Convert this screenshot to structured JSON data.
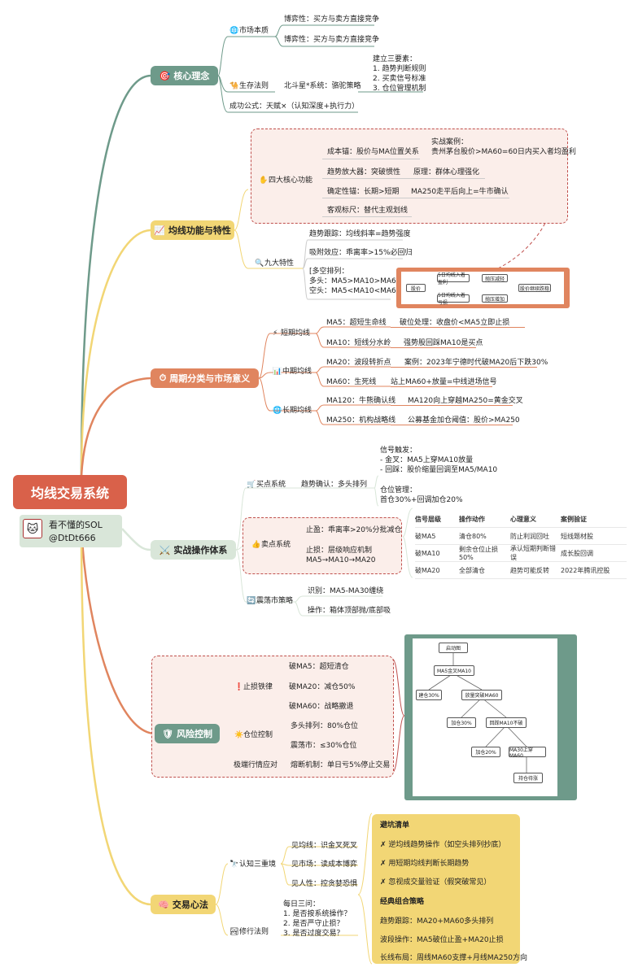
{
  "root": {
    "title": "均线交易系统",
    "author_name": "看不懂的SOL",
    "author_handle": "@DtDt666"
  },
  "branches": {
    "core": {
      "icon": "🎯",
      "label": "核心理念"
    },
    "ma_func": {
      "icon": "📈",
      "label": "均线功能与特性"
    },
    "period": {
      "icon": "⏱",
      "label": "周期分类与市场意义"
    },
    "ops": {
      "icon": "⚔️",
      "label": "实战操作体系"
    },
    "risk": {
      "icon": "🛡",
      "label": "风险控制"
    },
    "psych": {
      "icon": "🧠",
      "label": "交易心法"
    }
  },
  "core": {
    "market_nature": {
      "icon": "🌐",
      "label": "市场本质"
    },
    "game1": "博弈性：买方与卖方直接竞争",
    "game2": "博弈性：买方与卖方直接竞争",
    "survival": {
      "icon": "🐪",
      "label": "生存法则"
    },
    "north_star": "北斗星*系统：骆驼策略",
    "three_elements": "建立三要素：\n1. 趋势判断规则\n2. 买卖信号标准\n3. 仓位管理机制",
    "formula": "成功公式：天赋×（认知深度+执行力）"
  },
  "ma_func": {
    "four": {
      "icon": "✋",
      "label": "四大核心功能"
    },
    "cost_anchor": "成本锚：股价与MA位置关系",
    "case": "实战案例：\n贵州茅台股价>MA60=60日内买入者均盈利",
    "amplifier": "趋势放大器：突破惯性",
    "principle": "原理：群体心理强化",
    "certainty": "确定性锚：长期>短期",
    "ma250_up": "MA250走平后向上=牛市确认",
    "objective": "客观标尺：替代主观划线",
    "nine": {
      "icon": "🔍",
      "label": "九大特性"
    },
    "trend_follow": "趋势跟踪：均线斜率=趋势强度",
    "attach": "吸附效应：乖离率>15%必回归",
    "bull_bear": "[多空排列：\n多头：MA5>MA10>MA60\n空头：MA5<MA10<MA60]",
    "flow_nodes": [
      "股价",
      "5日均线入着盈利",
      "5日均线入着亏损",
      "抛压减轻",
      "抛压增加",
      "股价继续跌稳"
    ]
  },
  "period": {
    "short": {
      "icon": "⚡",
      "label": "短期均线"
    },
    "ma5": "MA5：超短生命线",
    "ma5_break": "破位处理：收盘价<MA5立即止损",
    "ma10": "MA10：短线分水岭",
    "ma10_strong": "强势股回踩MA10是买点",
    "mid": {
      "icon": "📊",
      "label": "中期均线"
    },
    "ma20": "MA20：波段转折点",
    "ma20_case": "案例：2023年宁德时代破MA20后下跌30%",
    "ma60": "MA60：生死线",
    "ma60_stand": "站上MA60+放量=中线进场信号",
    "long": {
      "icon": "🌐",
      "label": "长期均线"
    },
    "ma120": "MA120：牛熊确认线",
    "ma120_cross": "MA120向上穿越MA250=黄金交叉",
    "ma250": "MA250：机构战略线",
    "ma250_fund": "公募基金加仓阈值：股价>MA250"
  },
  "ops": {
    "buy": {
      "icon": "🛒",
      "label": "买点系统"
    },
    "trend_confirm": "趋势确认：多头排列",
    "signal": "信号触发：\n- 金叉：MA5上穿MA10放量\n- 回踩：股价缩量回调至MA5/MA10",
    "position": "仓位管理：\n首仓30%+回调加仓20%",
    "sell": {
      "icon": "👍",
      "label": "卖点系统"
    },
    "take_profit": "止盈：乖离率>20%分批减仓",
    "stop_loss": "止损：层级响应机制\nMA5→MA10→MA20",
    "range": {
      "icon": "🔄",
      "label": "震荡市策略"
    },
    "identify": "识别：MA5-MA30缠绕",
    "operate": "操作：箱体顶部抛/底部吸",
    "table_headers": [
      "信号层级",
      "操作动作",
      "心理意义",
      "案例验证"
    ],
    "table_rows": [
      [
        "破MA5",
        "清仓80%",
        "防止利润回吐",
        "短线题材股"
      ],
      [
        "破MA10",
        "剩余仓位止损50%",
        "承认短期判断错误",
        "成长股回调"
      ],
      [
        "破MA20",
        "全部清仓",
        "趋势可能反转",
        "2022年腾讯控股"
      ]
    ]
  },
  "risk": {
    "iron": {
      "icon": "❗",
      "label": "止损铁律"
    },
    "ma5": "破MA5：超短清仓",
    "ma20": "破MA20：减仓50%",
    "ma60": "破MA60：战略撤退",
    "pos": {
      "icon": "☀️",
      "label": "仓位控制"
    },
    "bull": "多头排列：80%仓位",
    "range": "震荡市：≤30%仓位",
    "extreme": "极端行情应对",
    "fuse": "熔断机制：单日亏5%停止交易",
    "flow_nodes": [
      "启动图",
      "MA5金叉MA10",
      "建仓30%",
      "放量突破MA60",
      "加仓30%",
      "回踩MA10不破",
      "加仓20%",
      "MA30上穿MA60",
      "持仓待涨"
    ]
  },
  "psych": {
    "three": {
      "icon": "🔭",
      "label": "认知三重境"
    },
    "see_ma": "见均线：识金叉死叉",
    "see_mkt": "见市场：读成本博弈",
    "see_human": "见人性：控贪婪恐惧",
    "practice": {
      "icon": "🏞",
      "label": "修行法则"
    },
    "daily": "每日三问：\n1. 是否按系统操作？\n2. 是否严守止损？\n3. 是否过度交易？",
    "card_title1": "避坑清单",
    "pit1": "✗ 逆均线趋势操作（如空头排列抄底）",
    "pit2": "✗ 用短期均线判断长期趋势",
    "pit3": "✗ 忽视成交量验证（假突破常见）",
    "card_title2": "经典组合策略",
    "combo1": "趋势跟踪：MA20+MA60多头排列",
    "combo2": "波段操作：MA5破位止盈+MA20止损",
    "combo3": "长线布局：周线MA60支撑+月线MA250方向"
  },
  "colors": {
    "core_branch": "#6e9a8a",
    "func_branch": "#f2d675",
    "period_branch": "#e0855f",
    "ops_branch": "#d9e6d9",
    "risk_branch": "#6e9a8a",
    "psych_branch": "#f2d675",
    "root_bg": "#d9614a",
    "dashed": "#c0504d"
  }
}
